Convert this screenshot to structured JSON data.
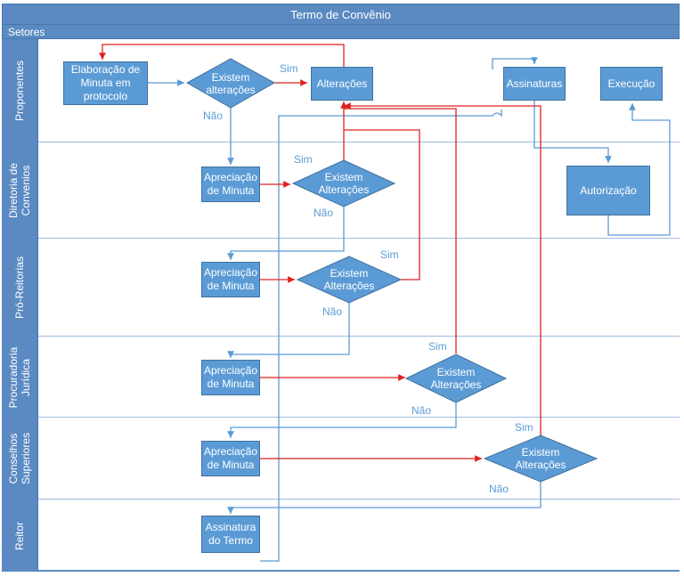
{
  "title": "Termo de Convênio",
  "header": "Setores",
  "lanes": [
    "Proponentes",
    "Diretoria de Convenios",
    "Pró-Reitorias",
    "Procuradoria Jurídica",
    "Conselhos Superiores",
    "Reitor"
  ],
  "boxes": {
    "elaboracao": "Elaboração de Minuta em protocolo",
    "alteracoes": "Alterações",
    "assinaturas": "Assinaturas",
    "execucao": "Execução",
    "autorizacao": "Autorização",
    "apreciacao_diretoria": "Apreciação de Minuta",
    "apreciacao_pro": "Apreciação de Minuta",
    "apreciacao_proc": "Apreciação de Minuta",
    "apreciacao_cons": "Apreciação de Minuta",
    "assinatura_termo": "Assinatura do Termo"
  },
  "decisions": {
    "proponentes": "Existem alterações",
    "diretoria": "Existem Alterações",
    "pro": "Existem Alterações",
    "proc": "Existem Alterações",
    "cons": "Existem Alterações"
  },
  "edge_labels": {
    "sim_1": "Sim",
    "nao_1": "Não",
    "sim_2": "Sim",
    "nao_2": "Não",
    "sim_3": "Sim",
    "nao_3": "Não",
    "sim_4": "Sim",
    "nao_4": "Não",
    "sim_5": "Sim",
    "nao_5": "Não"
  },
  "colors": {
    "header": "#5b8ac2",
    "shape": "#5b9bd5",
    "no_flow": "#5b9bd5",
    "yes_flow": "#e02020",
    "lane_border": "#9dbbe0"
  }
}
